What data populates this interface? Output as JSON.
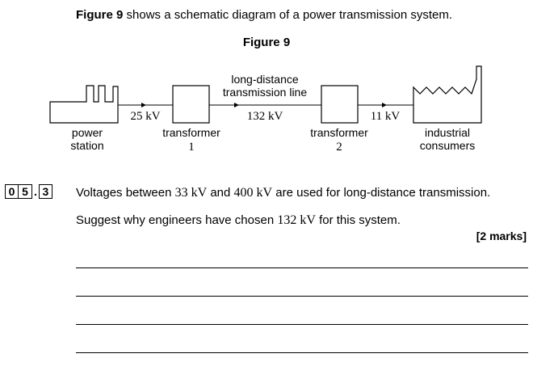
{
  "intro": {
    "figure_ref": "Figure 9",
    "text": " shows a schematic diagram of a power transmission system."
  },
  "figure": {
    "title": "Figure 9",
    "labels": {
      "power_station_1": "power",
      "power_station_2": "station",
      "v1": "25 kV",
      "transformer1_1": "transformer",
      "transformer1_2": "1",
      "line_1": "long-distance",
      "line_2": "transmission line",
      "v2": "132 kV",
      "transformer2_1": "transformer",
      "transformer2_2": "2",
      "v3": "11 kV",
      "consumers_1": "industrial",
      "consumers_2": "consumers"
    }
  },
  "question": {
    "number_parts": [
      "0",
      "5",
      "3"
    ],
    "dot": ".",
    "text_a": "Voltages between ",
    "v_low": "33 kV",
    "text_b": " and ",
    "v_high": "400 kV",
    "text_c": " are used for long-distance transmission.",
    "suggest_a": "Suggest why engineers have chosen ",
    "suggest_v": "132 kV",
    "suggest_b": " for this system.",
    "marks": "[2 marks]"
  }
}
